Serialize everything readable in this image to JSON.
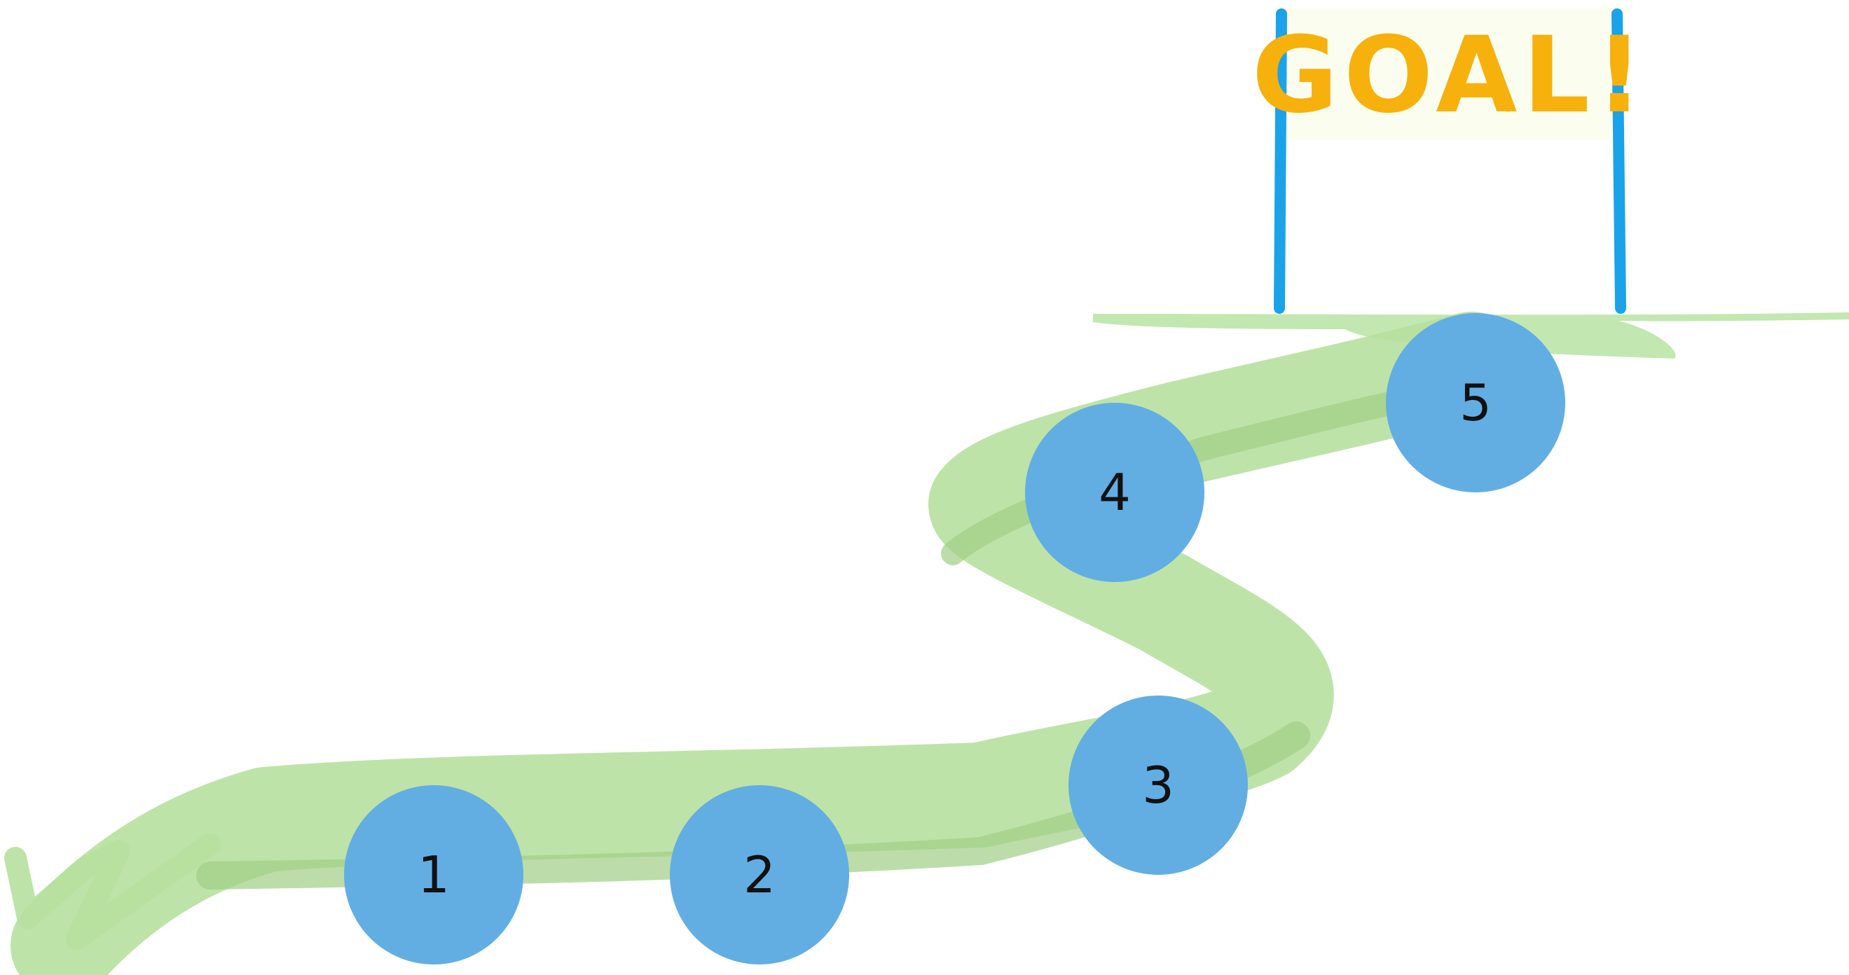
{
  "goal_banner": {
    "text": "GOAL!"
  },
  "steps": [
    {
      "label": "1"
    },
    {
      "label": "2"
    },
    {
      "label": "3"
    },
    {
      "label": "4"
    },
    {
      "label": "5"
    }
  ],
  "colors": {
    "path_green": "#A8DA8C",
    "path_green_dark": "#8FC777",
    "step_circle": "#62AEE3",
    "goal_text": "#F7B10C",
    "goal_banner_bg": "#FBFDEF",
    "goal_post": "#1AA3E8",
    "label_text": "#111111"
  }
}
